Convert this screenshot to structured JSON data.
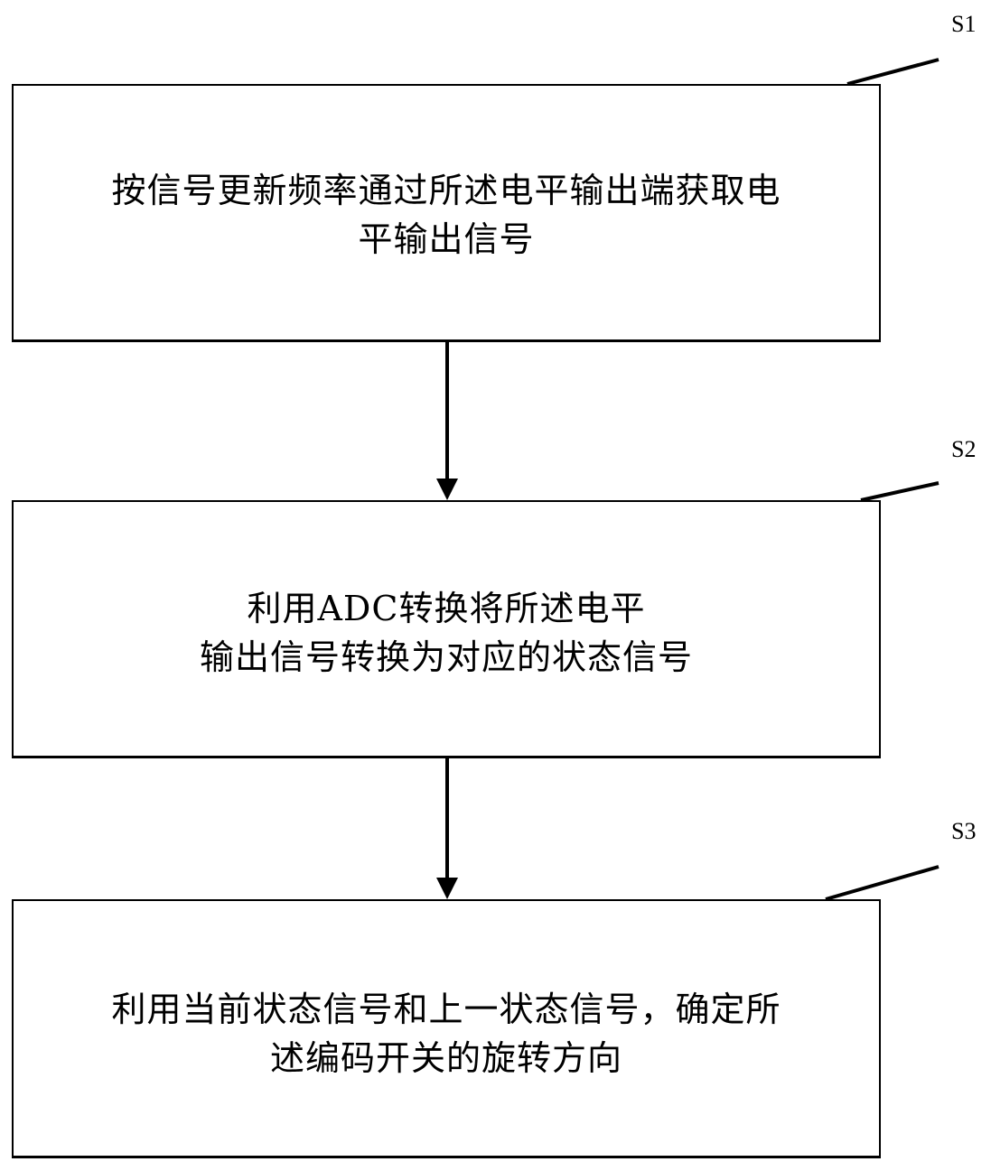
{
  "diagram": {
    "type": "flowchart",
    "direction": "top-to-bottom",
    "steps": [
      {
        "id": "S1",
        "label": "S1",
        "lines": [
          "按信号更新频率通过所述电平输出端获取电",
          "平输出信号"
        ]
      },
      {
        "id": "S2",
        "label": "S2",
        "lines": [
          "利用ADC转换将所述电平",
          "输出信号转换为对应的状态信号"
        ]
      },
      {
        "id": "S3",
        "label": "S3",
        "lines": [
          "利用当前状态信号和上一状态信号，确定所",
          "述编码开关的旋转方向"
        ]
      }
    ],
    "edges": [
      {
        "from": "S1",
        "to": "S2"
      },
      {
        "from": "S2",
        "to": "S3"
      }
    ],
    "colors": {
      "stroke": "#000000",
      "background": "#ffffff",
      "text": "#000000"
    }
  }
}
